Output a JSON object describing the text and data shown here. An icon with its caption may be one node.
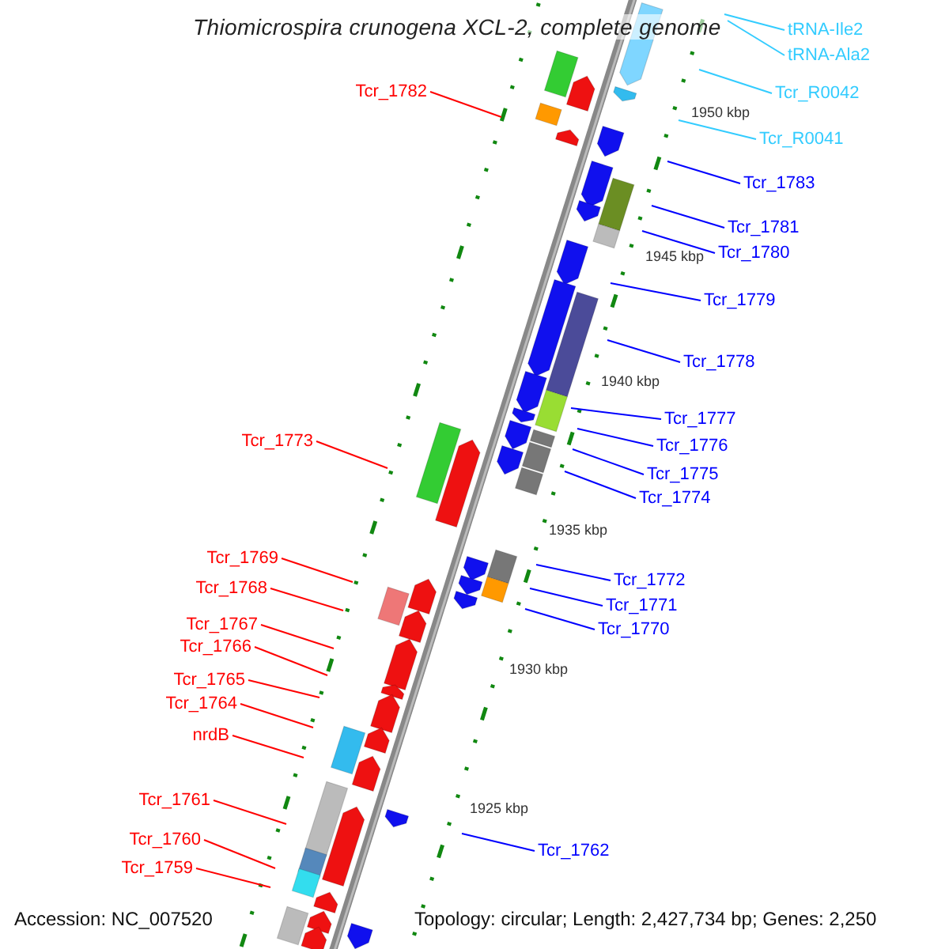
{
  "diagram": {
    "title": "Thiomicrospira crunogena XCL-2, complete genome",
    "nodes": [
      {
        "text": [
          "tRNA-Ile2"
        ]
      },
      {
        "text": [
          "tRNA-Ala2"
        ]
      },
      {
        "text": [
          "Tcr_R0042"
        ]
      },
      {
        "text": [
          "Tcr_R0041"
        ]
      },
      {
        "text": [
          "Tcr_1783"
        ]
      },
      {
        "text": [
          "Tcr_1781"
        ]
      },
      {
        "text": [
          "Tcr_1780"
        ]
      },
      {
        "text": [
          "Tcr_1779"
        ]
      },
      {
        "text": [
          "Tcr_1778"
        ]
      },
      {
        "text": [
          "Tcr_1777"
        ]
      },
      {
        "text": [
          "Tcr_1776"
        ]
      },
      {
        "text": [
          "Tcr_1775"
        ]
      },
      {
        "text": [
          "Tcr_1774"
        ]
      },
      {
        "text": [
          "Tcr_1772"
        ]
      },
      {
        "text": [
          "Tcr_1771"
        ]
      },
      {
        "text": [
          "Tcr_1770"
        ]
      },
      {
        "text": [
          "Tcr_1762"
        ]
      },
      {
        "text": [
          "Tcr_1782"
        ]
      },
      {
        "text": [
          "Tcr_1773"
        ]
      },
      {
        "text": [
          "Tcr_1769"
        ]
      },
      {
        "text": [
          "Tcr_1768"
        ]
      },
      {
        "text": [
          "Tcr_1767"
        ]
      },
      {
        "text": [
          "Tcr_1766"
        ]
      },
      {
        "text": [
          "Tcr_1765"
        ]
      },
      {
        "text": [
          "Tcr_1764"
        ]
      },
      {
        "text": [
          "nrdB"
        ]
      },
      {
        "text": [
          "Tcr_1761"
        ]
      },
      {
        "text": [
          "Tcr_1760"
        ]
      },
      {
        "text": [
          "Tcr_1759"
        ]
      }
    ],
    "edges": [
      {
        "from": 0,
        "to": null,
        "arrow": "none",
        "color": "#33ccff"
      },
      {
        "from": 1,
        "to": null,
        "arrow": "none",
        "color": "#33ccff"
      },
      {
        "from": 2,
        "to": null,
        "arrow": "none",
        "color": "#33ccff"
      },
      {
        "from": 3,
        "to": null,
        "arrow": "none",
        "color": "#33ccff"
      },
      {
        "from": 4,
        "to": null,
        "arrow": "none"
      },
      {
        "from": 5,
        "to": null,
        "arrow": "none"
      },
      {
        "from": 6,
        "to": null,
        "arrow": "none"
      },
      {
        "from": 7,
        "to": null,
        "arrow": "none"
      },
      {
        "from": 8,
        "to": null,
        "arrow": "none"
      },
      {
        "from": 9,
        "to": null,
        "arrow": "none"
      },
      {
        "from": 10,
        "to": null,
        "arrow": "none"
      },
      {
        "from": 11,
        "to": null,
        "arrow": "none"
      },
      {
        "from": 12,
        "to": null,
        "arrow": "none"
      },
      {
        "from": 13,
        "to": null,
        "arrow": "none"
      },
      {
        "from": 14,
        "to": null,
        "arrow": "none"
      },
      {
        "from": 15,
        "to": null,
        "arrow": "none"
      },
      {
        "from": 16,
        "to": null,
        "arrow": "none"
      },
      {
        "from": 17,
        "to": null,
        "arrow": "none",
        "color": "#ff0000"
      },
      {
        "from": 18,
        "to": null,
        "arrow": "none",
        "color": "#ff0000"
      },
      {
        "from": 19,
        "to": null,
        "arrow": "none",
        "color": "#ff0000"
      },
      {
        "from": 20,
        "to": null,
        "arrow": "none",
        "color": "#ff0000"
      },
      {
        "from": 21,
        "to": null,
        "arrow": "none",
        "color": "#ff0000"
      },
      {
        "from": 22,
        "to": null,
        "arrow": "none",
        "color": "#ff0000"
      },
      {
        "from": 23,
        "to": null,
        "arrow": "none",
        "color": "#ff0000"
      },
      {
        "from": 24,
        "to": null,
        "arrow": "none",
        "color": "#ff0000"
      },
      {
        "from": 25,
        "to": null,
        "arrow": "none",
        "color": "#ff0000"
      },
      {
        "from": 26,
        "to": null,
        "arrow": "none",
        "color": "#ff0000"
      },
      {
        "from": 27,
        "to": null,
        "arrow": "none",
        "color": "#ff0000"
      },
      {
        "from": 28,
        "to": null,
        "arrow": "none",
        "color": "#ff0000"
      }
    ],
    "labels": [
      "1950 kbp",
      "1945 kbp",
      "1940 kbp",
      "1935 kbp",
      "1930 kbp",
      "1925 kbp",
      "Accession: NC_007520",
      "Topology: circular; Length: 2,427,734 bp; Genes: 2,250"
    ]
  }
}
